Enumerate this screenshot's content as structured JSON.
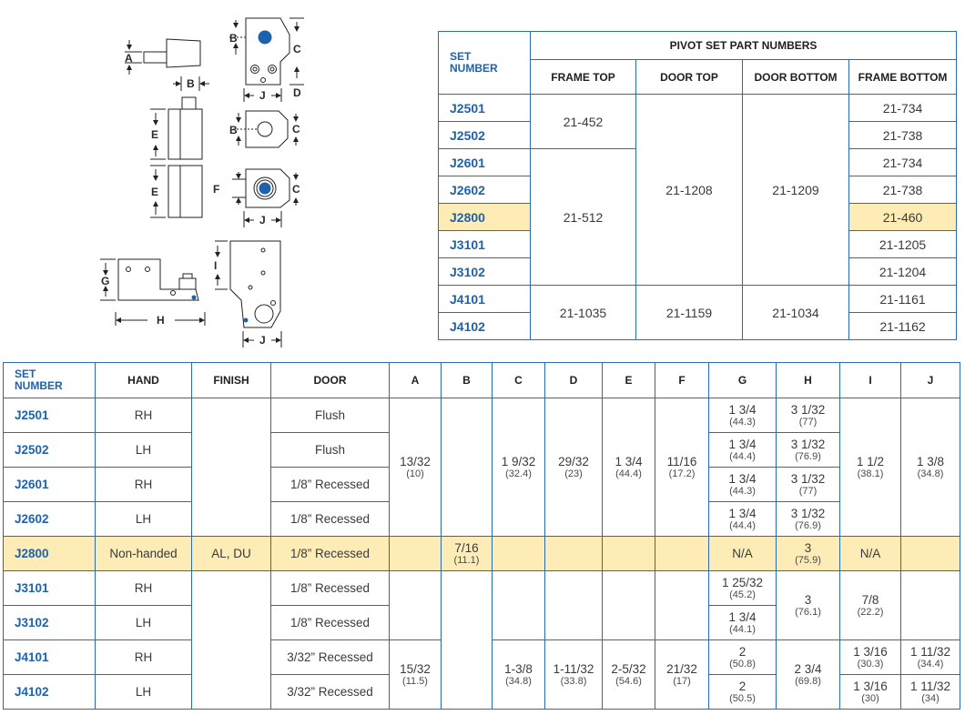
{
  "diagram_labels": {
    "A": "A",
    "B": "B",
    "C": "C",
    "D": "D",
    "E": "E",
    "F": "F",
    "G": "G",
    "H": "H",
    "I": "I",
    "J": "J"
  },
  "pivot": {
    "set_header": [
      "SET",
      "NUMBER"
    ],
    "group_header": "PIVOT SET PART NUMBERS",
    "col_frame_top": "FRAME TOP",
    "col_door_top": "DOOR TOP",
    "col_door_bottom": "DOOR BOTTOM",
    "col_frame_bottom": "FRAME BOTTOM",
    "sets": [
      "J2501",
      "J2502",
      "J2601",
      "J2602",
      "J2800",
      "J3101",
      "J3102",
      "J4101",
      "J4102"
    ],
    "frame_top": [
      "21-452",
      "21-512",
      "21-1035"
    ],
    "door_top": [
      "21-1208",
      "21-1159"
    ],
    "door_bottom": [
      "21-1209",
      "21-1034"
    ],
    "frame_bottom": [
      "21-734",
      "21-738",
      "21-734",
      "21-738",
      "21-460",
      "21-1205",
      "21-1204",
      "21-1161",
      "21-1162"
    ]
  },
  "spec": {
    "headers": {
      "set": [
        "SET",
        "NUMBER"
      ],
      "hand": "HAND",
      "finish": "FINISH",
      "door": "DOOR",
      "a": "A",
      "b": "B",
      "c": "C",
      "d": "D",
      "e": "E",
      "f": "F",
      "g": "G",
      "h": "H",
      "i": "I",
      "j": "J"
    },
    "sets": [
      "J2501",
      "J2502",
      "J2601",
      "J2602",
      "J2800",
      "J3101",
      "J3102",
      "J4101",
      "J4102"
    ],
    "hand": [
      "RH",
      "LH",
      "RH",
      "LH",
      "Non-handed",
      "RH",
      "LH",
      "RH",
      "LH"
    ],
    "finish": "AL, DU",
    "door": [
      "Flush",
      "Flush",
      "1/8” Recessed",
      "1/8” Recessed",
      "1/8” Recessed",
      "1/8” Recessed",
      "1/8” Recessed",
      "3/32” Recessed",
      "3/32” Recessed"
    ],
    "a": [
      {
        "in": "13/32",
        "mm": "(10)"
      },
      {
        "in": "15/32",
        "mm": "(11.5)"
      }
    ],
    "b": {
      "in": "7/16",
      "mm": "(11.1)"
    },
    "c": [
      {
        "in": "1 9/32",
        "mm": "(32.4)"
      },
      {
        "in": "1-3/8",
        "mm": "(34.8)"
      }
    ],
    "d": [
      {
        "in": "29/32",
        "mm": "(23)"
      },
      {
        "in": "1-11/32",
        "mm": "(33.8)"
      }
    ],
    "e": [
      {
        "in": "1 3/4",
        "mm": "(44.4)"
      },
      {
        "in": "2-5/32",
        "mm": "(54.6)"
      }
    ],
    "f": [
      {
        "in": "11/16",
        "mm": "(17.2)"
      },
      {
        "in": "21/32",
        "mm": "(17)"
      }
    ],
    "g": [
      {
        "in": "1 3/4",
        "mm": "(44.3)"
      },
      {
        "in": "1 3/4",
        "mm": "(44.4)"
      },
      {
        "in": "1 3/4",
        "mm": "(44.3)"
      },
      {
        "in": "1 3/4",
        "mm": "(44.4)"
      },
      {
        "in": "N/A",
        "mm": ""
      },
      {
        "in": "1 25/32",
        "mm": "(45.2)"
      },
      {
        "in": "1 3/4",
        "mm": "(44.1)"
      },
      {
        "in": "2",
        "mm": "(50.8)"
      },
      {
        "in": "2",
        "mm": "(50.5)"
      }
    ],
    "h": [
      {
        "in": "3 1/32",
        "mm": "(77)"
      },
      {
        "in": "3 1/32",
        "mm": "(76.9)"
      },
      {
        "in": "3 1/32",
        "mm": "(77)"
      },
      {
        "in": "3 1/32",
        "mm": "(76.9)"
      },
      {
        "in": "3",
        "mm": "(75.9)"
      },
      {
        "in": "3",
        "mm": "(76.1)"
      },
      {
        "in": "2 3/4",
        "mm": "(69.8)"
      }
    ],
    "i": [
      {
        "in": "1 1/2",
        "mm": "(38.1)"
      },
      {
        "in": "N/A",
        "mm": ""
      },
      {
        "in": "7/8",
        "mm": "(22.2)"
      },
      {
        "in": "1 3/16",
        "mm": "(30.3)"
      },
      {
        "in": "1 3/16",
        "mm": "(30)"
      }
    ],
    "j": [
      {
        "in": "1 3/8",
        "mm": "(34.8)"
      },
      {
        "in": "1 11/32",
        "mm": "(34.4)"
      },
      {
        "in": "1 11/32",
        "mm": "(34)"
      }
    ]
  }
}
